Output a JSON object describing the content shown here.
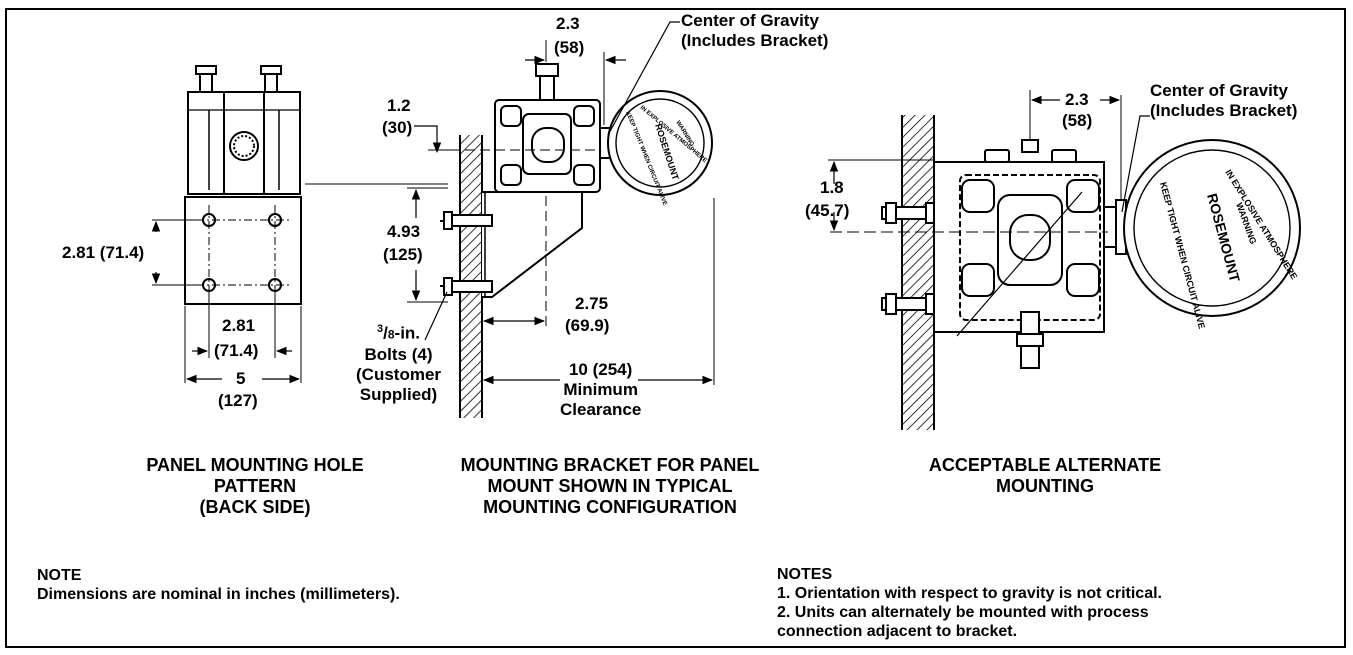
{
  "figure": {
    "left_view": {
      "dim_hole_vertical": "2.81 (71.4)",
      "dim_hole_horizontal_in": "2.81",
      "dim_hole_horizontal_mm": "(71.4)",
      "dim_width_in": "5",
      "dim_width_mm": "(127)",
      "caption": [
        "PANEL MOUNTING HOLE",
        "PATTERN",
        "(BACK SIDE)"
      ]
    },
    "center_view": {
      "dim_top_in": "2.3",
      "dim_top_mm": "(58)",
      "cog_label": [
        "Center of Gravity",
        "(Includes Bracket)"
      ],
      "dim_small_in": "1.2",
      "dim_small_mm": "(30)",
      "dim_vertical_in": "4.93",
      "dim_vertical_mm": "(125)",
      "bolts_fraction_num": "3",
      "bolts_fraction_den": "8",
      "bolts_label": [
        "-in.",
        "Bolts (4)",
        "(Customer",
        "Supplied)"
      ],
      "dim_offset_in": "2.75",
      "dim_offset_mm": "(69.9)",
      "dim_clearance": [
        "10 (254)",
        "Minimum",
        "Clearance"
      ],
      "housing_text": [
        "ROSEMOUNT",
        "IN EXPLOSIVE ATMOSPHERE",
        "WARNING",
        "KEEP TIGHT WHEN CIRCUIT ALIVE"
      ],
      "caption": [
        "MOUNTING BRACKET FOR PANEL",
        "MOUNT SHOWN IN TYPICAL",
        "MOUNTING CONFIGURATION"
      ]
    },
    "right_view": {
      "dim_top_in": "2.3",
      "dim_top_mm": "(58)",
      "cog_label": [
        "Center of Gravity",
        "(Includes Bracket)"
      ],
      "dim_vertical_in": "1.8",
      "dim_vertical_mm": "(45.7)",
      "housing_text": [
        "ROSEMOUNT",
        "IN EXPLOSIVE ATMOSPHERE",
        "WARNING",
        "KEEP TIGHT WHEN CIRCUIT ALIVE"
      ],
      "caption": [
        "ACCEPTABLE ALTERNATE",
        "MOUNTING"
      ]
    }
  },
  "notes_left": {
    "heading": "NOTE",
    "lines": [
      "Dimensions are nominal in inches (millimeters)."
    ]
  },
  "notes_right": {
    "heading": "NOTES",
    "lines": [
      "1. Orientation with respect to gravity is not critical.",
      "2. Units can alternately be mounted with process",
      "connection adjacent to bracket."
    ]
  }
}
